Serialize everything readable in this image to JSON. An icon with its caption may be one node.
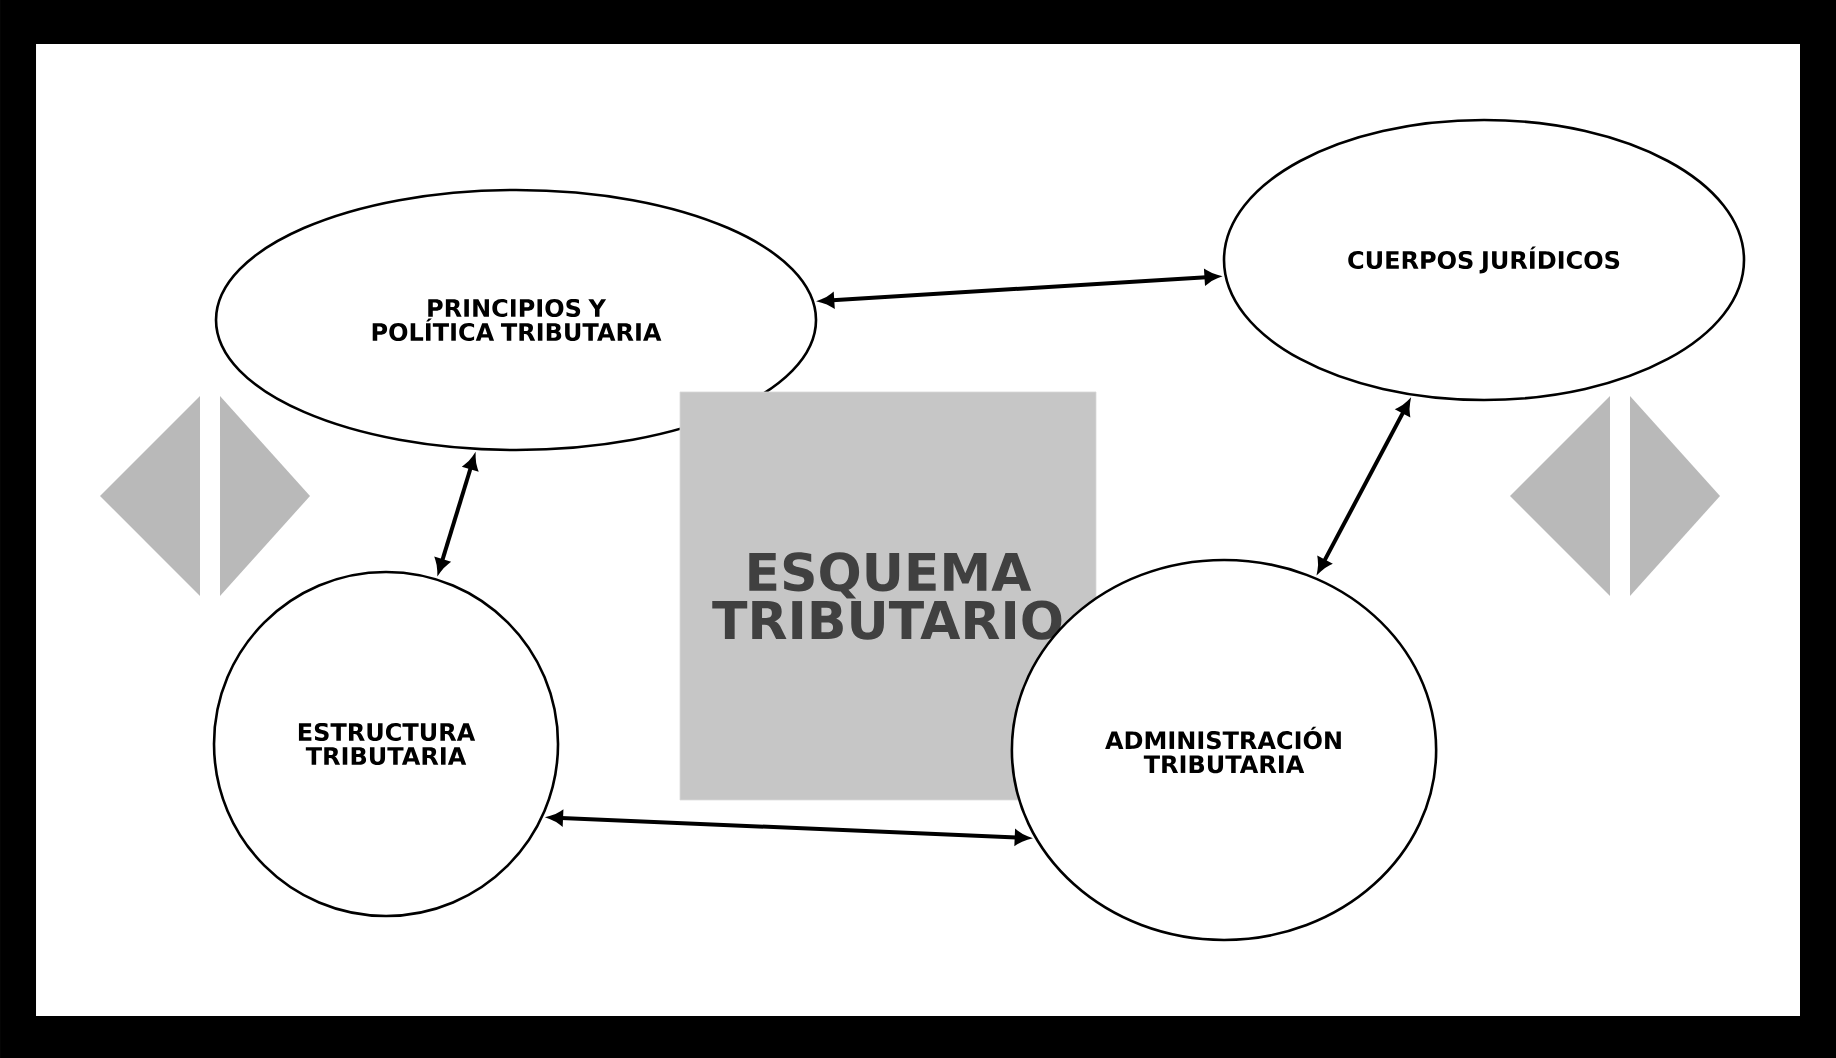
{
  "diagram": {
    "nodes": [
      {
        "text": [
          "PRINCIPIOS Y POLÍTICA TRIBUTARIA"
        ]
      },
      {
        "text": [
          "CUERPOS JURÍDICOS"
        ]
      },
      {
        "text": [
          "ESQUEMA TRIBUTARIO"
        ]
      },
      {
        "text": [
          "ESTRUCTURA TRIBUTARIA"
        ]
      },
      {
        "text": [
          "ADMINISTRACIÓN TRIBUTARIA"
        ]
      }
    ],
    "edges": [
      {
        "from": 0,
        "to": 1,
        "arrow": "both"
      },
      {
        "from": 0,
        "to": 3,
        "arrow": "both"
      },
      {
        "from": 1,
        "to": 4,
        "arrow": "both"
      },
      {
        "from": 3,
        "to": 4,
        "arrow": "both"
      }
    ]
  }
}
